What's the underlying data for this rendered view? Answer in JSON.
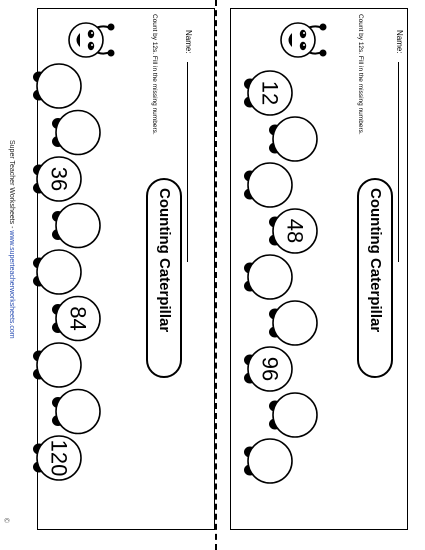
{
  "worksheet": {
    "name_label": "Name:",
    "title": "Counting Caterpillar",
    "instructions": "Count by 12s. Fill in the missing numbers.",
    "footer_prefix": "Super Teacher Worksheets - ",
    "footer_url": "www.superteacherworksheets.com",
    "page_mark": "Ⓒ",
    "scissors_icon": "scissors-icon"
  },
  "caterpillar_right": {
    "segments": [
      "12",
      "",
      "",
      "48",
      "",
      "",
      "96",
      "",
      ""
    ]
  },
  "caterpillar_left": {
    "segments": [
      "",
      "",
      "36",
      "",
      "",
      "84",
      "",
      "",
      "120"
    ]
  }
}
